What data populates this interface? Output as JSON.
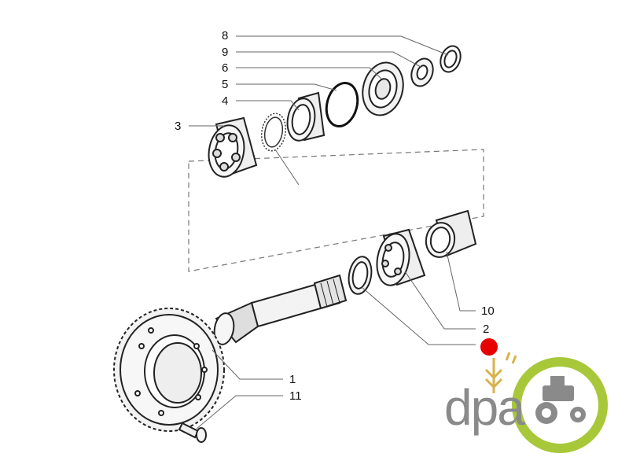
{
  "diagram": {
    "callouts": [
      {
        "id": "8",
        "label": "8"
      },
      {
        "id": "9",
        "label": "9"
      },
      {
        "id": "6",
        "label": "6"
      },
      {
        "id": "5",
        "label": "5"
      },
      {
        "id": "4",
        "label": "4"
      },
      {
        "id": "3",
        "label": "3"
      },
      {
        "id": "10",
        "label": "10"
      },
      {
        "id": "2",
        "label": "2"
      },
      {
        "id": "1",
        "label": "1"
      },
      {
        "id": "11",
        "label": "11"
      }
    ],
    "highlight_color": "#e60000"
  },
  "logo": {
    "text": "dpa",
    "text_color": "#8a8a8a",
    "accent_color": "#a8c83a",
    "wheat_color": "#d8b24a",
    "tractor_icon": "tractor-icon"
  }
}
